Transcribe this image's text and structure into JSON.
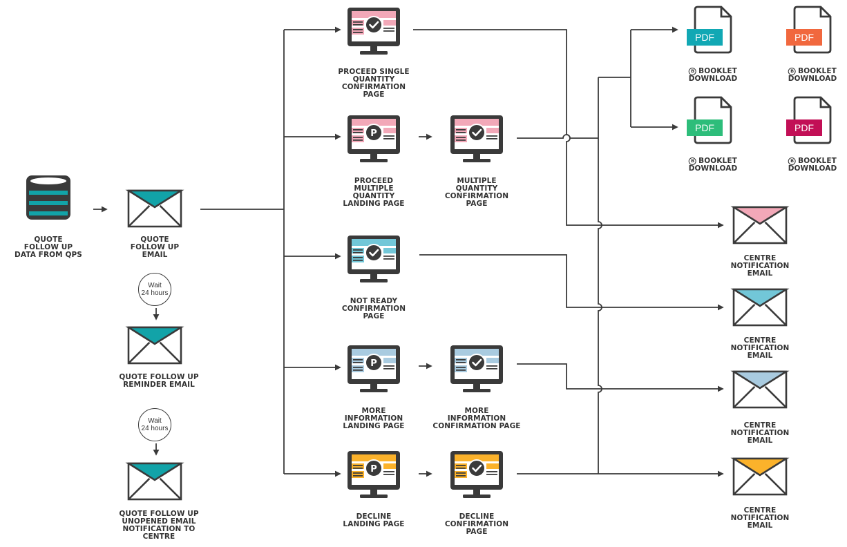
{
  "colors": {
    "ink": "#333333",
    "teal": "#12a3a8",
    "pink": "#f2a8b8",
    "sky": "#72c7d8",
    "steel": "#a9cbe0",
    "amber": "#fbb22b",
    "pdf_teal": "#11a8b4",
    "pdf_orange": "#f1683e",
    "pdf_green": "#2dbd7a",
    "pdf_magenta": "#c20f56"
  },
  "source": {
    "label": "QUOTE FOLLOW UP DATA FROM QPS",
    "lines": [
      "QUOTE",
      "FOLLOW UP",
      "DATA FROM QPS"
    ]
  },
  "emails": {
    "initial": {
      "lines": [
        "QUOTE",
        "FOLLOW UP",
        "EMAIL"
      ]
    },
    "reminder": {
      "lines": [
        "QUOTE FOLLOW UP",
        "REMINDER EMAIL"
      ]
    },
    "unopened": {
      "lines": [
        "QUOTE FOLLOW UP",
        "UNOPENED EMAIL",
        "NOTIFICATION TO",
        "CENTRE"
      ]
    }
  },
  "waits": [
    {
      "line1": "Wait",
      "line2": "24 hours"
    },
    {
      "line1": "Wait",
      "line2": "24 hours"
    }
  ],
  "pages": {
    "proceed_single": {
      "lines": [
        "PROCEED SINGLE",
        "QUANTITY",
        "CONFIRMATION",
        "PAGE"
      ]
    },
    "proceed_multi_landing": {
      "lines": [
        "PROCEED",
        "MULTIPLE",
        "QUANTITY",
        "LANDING PAGE"
      ]
    },
    "multi_confirm": {
      "lines": [
        "MULTIPLE",
        "QUANTITY",
        "CONFIRMATION",
        "PAGE"
      ]
    },
    "not_ready": {
      "lines": [
        "NOT READY",
        "CONFIRMATION",
        "PAGE"
      ]
    },
    "more_info_landing": {
      "lines": [
        "MORE",
        "INFORMATION",
        "LANDING PAGE"
      ]
    },
    "more_info_confirm": {
      "lines": [
        "MORE",
        "INFORMATION",
        "CONFIRMATION PAGE"
      ]
    },
    "decline_landing": {
      "lines": [
        "DECLINE",
        "LANDING PAGE"
      ]
    },
    "decline_confirm": {
      "lines": [
        "DECLINE",
        "CONFIRMATION",
        "PAGE"
      ]
    }
  },
  "icon_text": {
    "pdf": "PDF",
    "landing_mark": "P",
    "booklet_mark": "B"
  },
  "booklets": [
    {
      "lines": [
        "BOOKLET",
        "DOWNLOAD"
      ]
    },
    {
      "lines": [
        "BOOKLET",
        "DOWNLOAD"
      ]
    },
    {
      "lines": [
        "BOOKLET",
        "DOWNLOAD"
      ]
    },
    {
      "lines": [
        "BOOKLET",
        "DOWNLOAD"
      ]
    }
  ],
  "centre_emails": [
    {
      "lines": [
        "CENTRE",
        "NOTIFICATION",
        "EMAIL"
      ]
    },
    {
      "lines": [
        "CENTRE",
        "NOTIFICATION",
        "EMAIL"
      ]
    },
    {
      "lines": [
        "CENTRE",
        "NOTIFICATION",
        "EMAIL"
      ]
    },
    {
      "lines": [
        "CENTRE",
        "NOTIFICATION",
        "EMAIL"
      ]
    }
  ]
}
